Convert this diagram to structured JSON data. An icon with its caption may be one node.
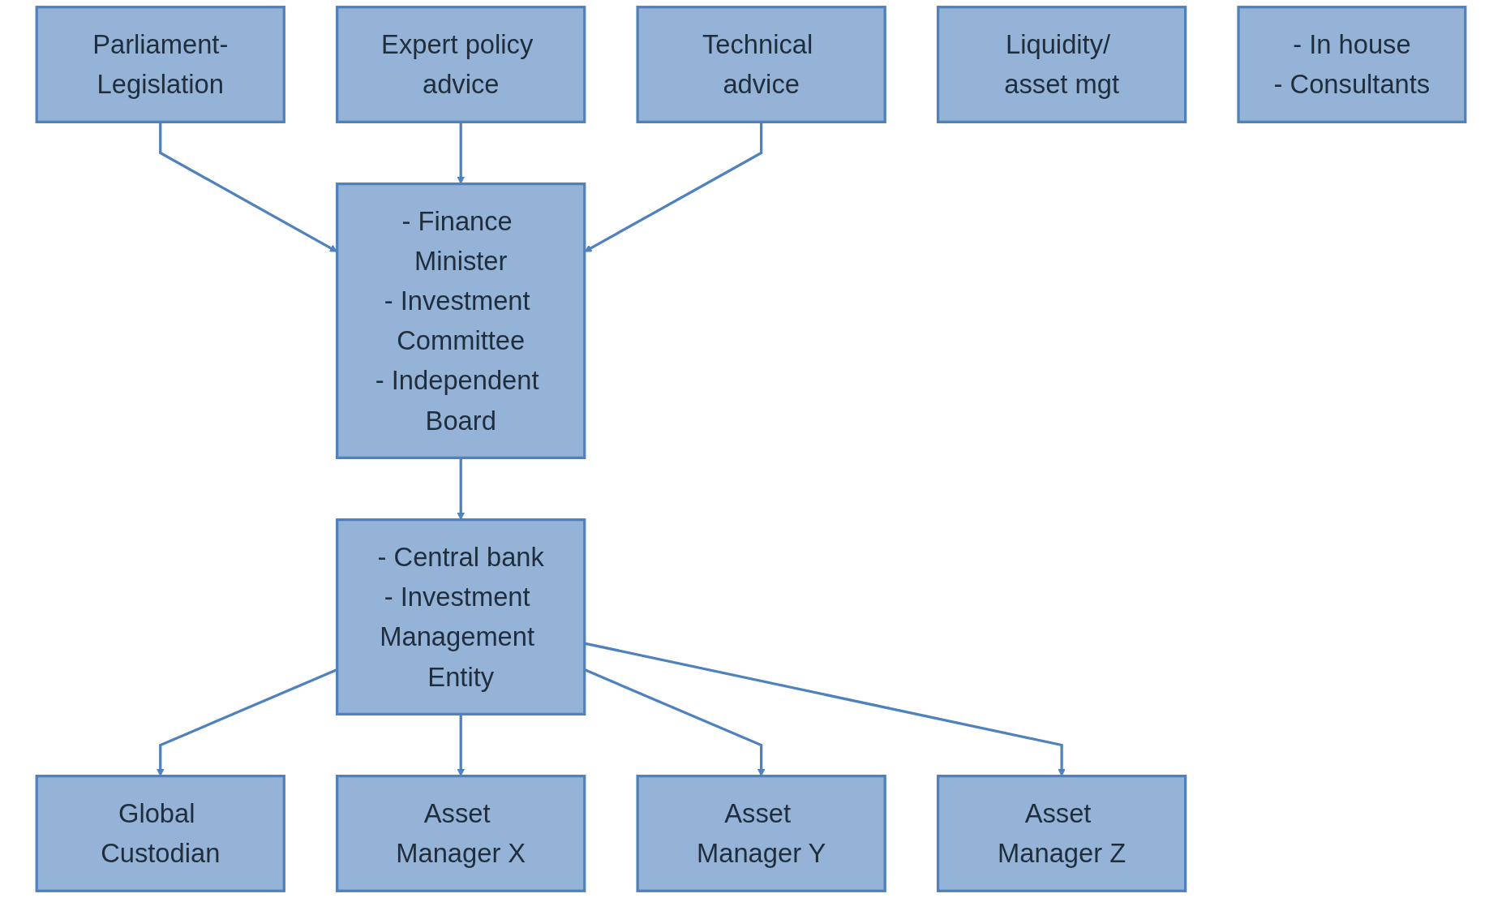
{
  "diagram": {
    "nodes": [
      {
        "text": [
          "Parliament-Legislation"
        ]
      },
      {
        "text": [
          "- Finance Minister",
          "- Investment Committee",
          "- Independent Board"
        ]
      },
      {
        "text": [
          "Expert policy advice"
        ]
      },
      {
        "text": [
          "Technical advice"
        ]
      },
      {
        "text": [
          "Liquidity/ asset mgt"
        ]
      },
      {
        "text": [
          "- Central bank",
          "- Investment Management Entity"
        ]
      },
      {
        "text": [
          "- In house",
          "- Consultants"
        ]
      },
      {
        "text": [
          "Global Custodian"
        ]
      },
      {
        "text": [
          "Asset Manager X"
        ]
      },
      {
        "text": [
          "Asset Manager Y"
        ]
      },
      {
        "text": [
          "Asset Manager Z"
        ]
      }
    ],
    "edges": [
      {
        "from": 0,
        "to": 1,
        "arrow": "to"
      },
      {
        "from": 2,
        "to": 1,
        "arrow": "to"
      },
      {
        "from": 3,
        "to": 1,
        "arrow": "to"
      },
      {
        "from": 1,
        "to": 5,
        "arrow": "to"
      },
      {
        "from": 5,
        "to": 7,
        "arrow": "to"
      },
      {
        "from": 5,
        "to": 8,
        "arrow": "to"
      },
      {
        "from": 5,
        "to": 9,
        "arrow": "to"
      },
      {
        "from": 5,
        "to": 10,
        "arrow": "to"
      }
    ]
  }
}
